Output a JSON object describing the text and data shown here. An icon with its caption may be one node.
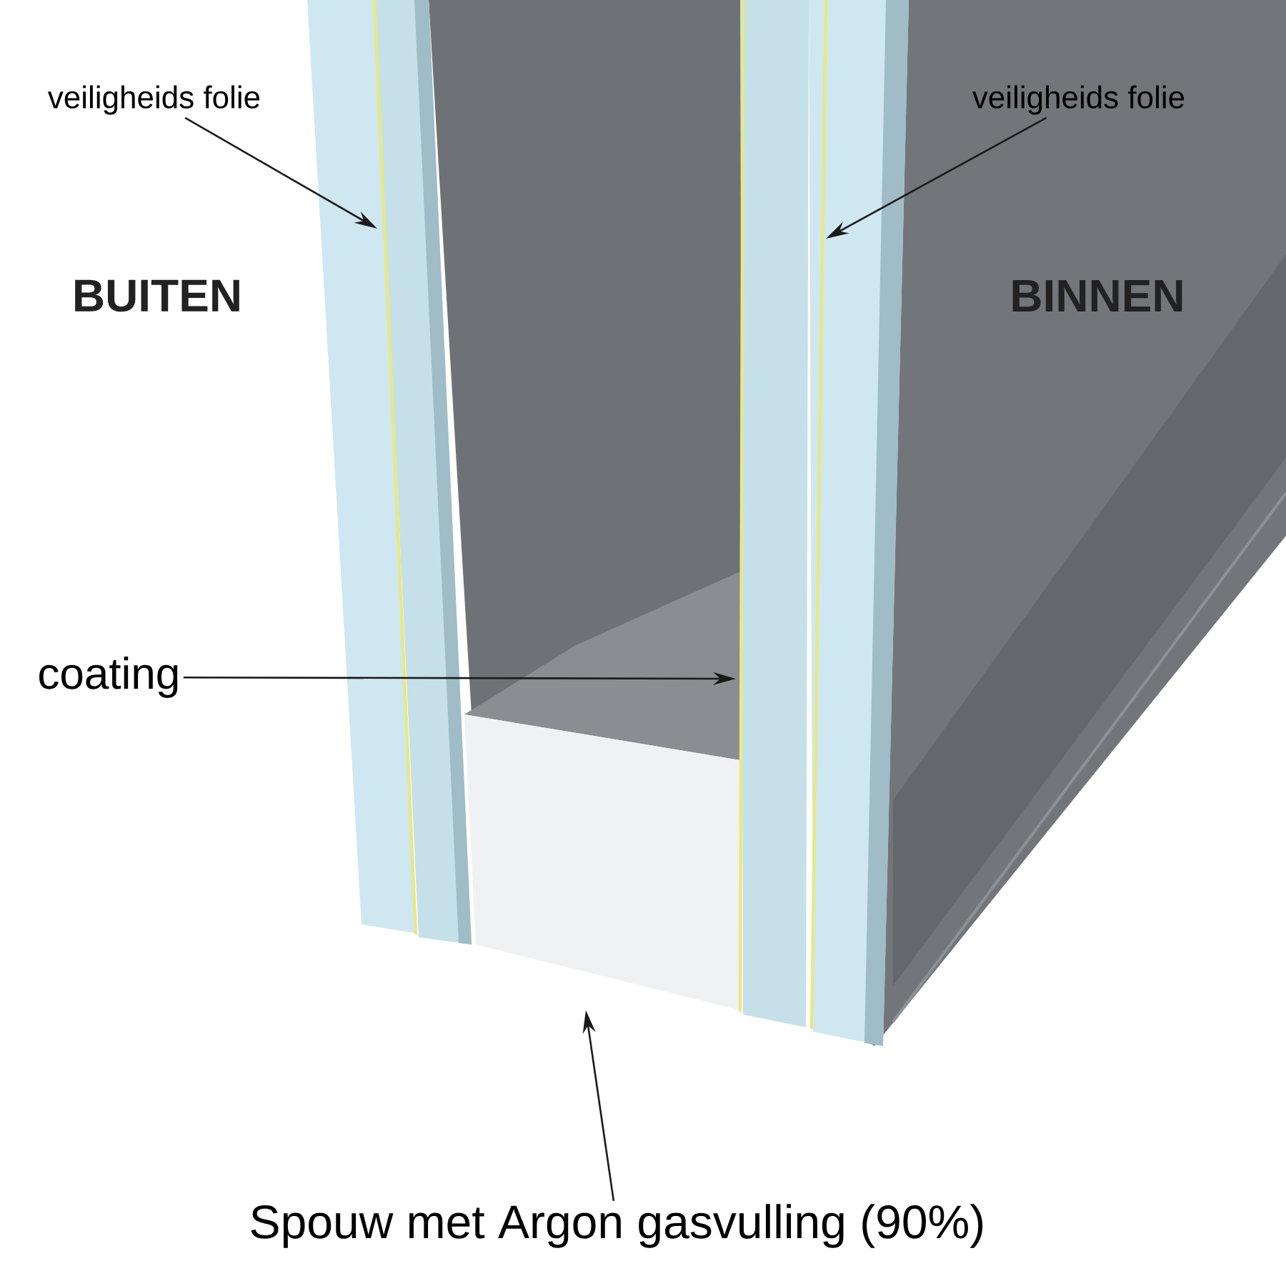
{
  "diagram": {
    "nodes": [
      {
        "text": [
          "veiligheids folie"
        ]
      },
      {
        "text": [
          "veiligheids folie"
        ]
      },
      {
        "text": [
          "coating"
        ]
      },
      {
        "text": [
          "Spouw met Argon gasvulling (90%)"
        ]
      }
    ],
    "edges": [
      {
        "from": 0,
        "to": null,
        "arrow": "to"
      },
      {
        "from": 1,
        "to": null,
        "arrow": "to"
      },
      {
        "from": 2,
        "to": null,
        "arrow": "to"
      },
      {
        "from": 3,
        "to": null,
        "arrow": "to"
      }
    ],
    "labels": [
      "BUITEN",
      "BINNEN"
    ]
  }
}
